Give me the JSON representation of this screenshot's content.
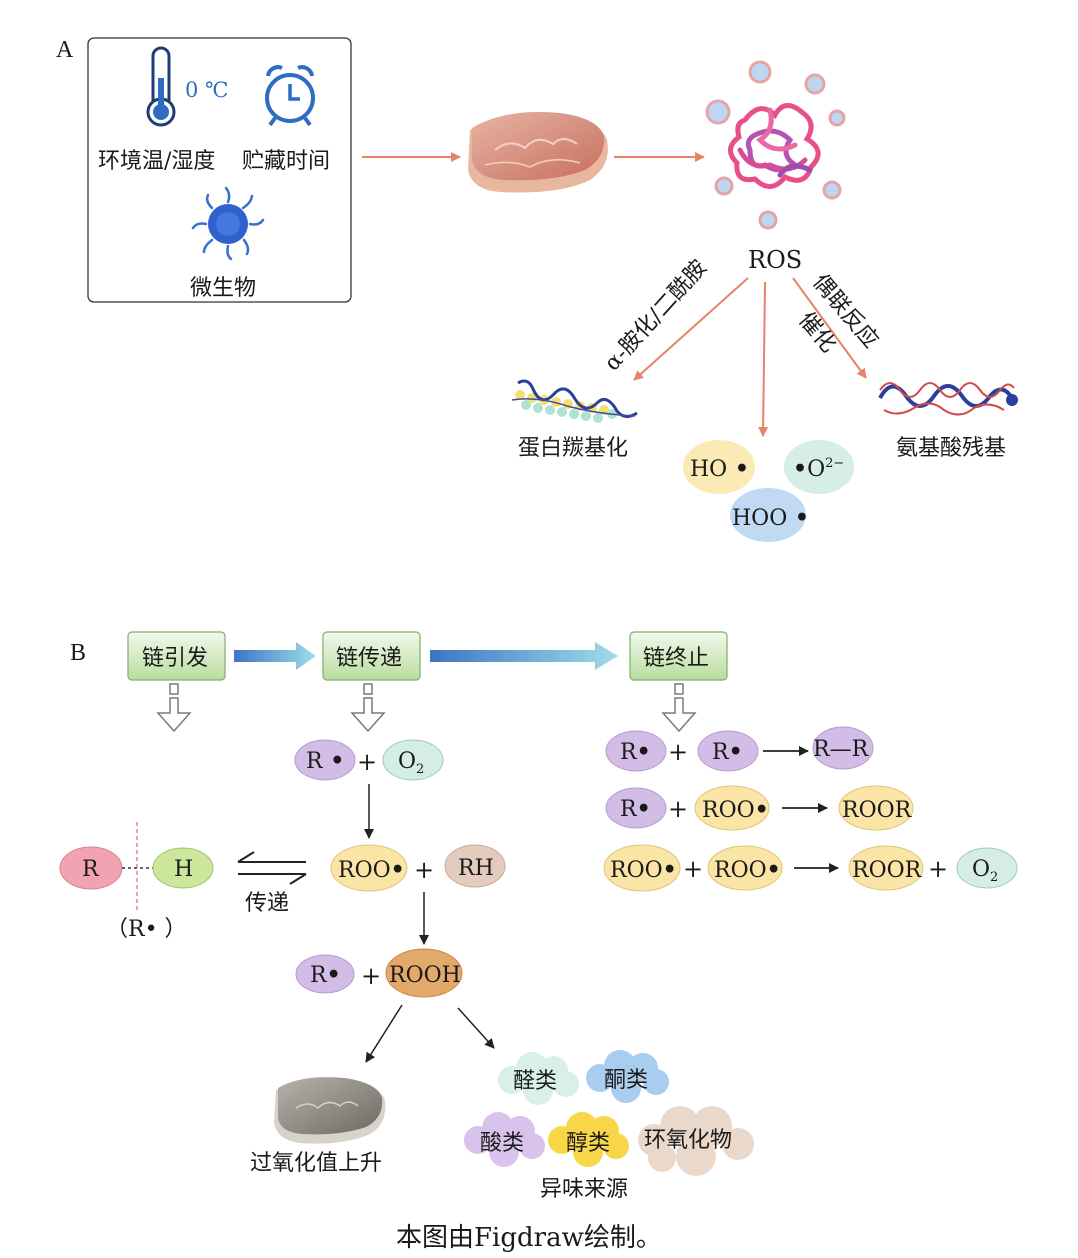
{
  "colors": {
    "arrow_red": "#e8826a",
    "purple": "#d3bde6",
    "yellow": "#fbe5a6",
    "teal": "#d4eee3",
    "pink": "#f2a3b2",
    "green": "#cce79b",
    "brown": "#e3ccbe",
    "orange": "#e3a96a",
    "blue_cloud": "#a9cdee",
    "chain_box": "#d4ebc3"
  },
  "panel_a": {
    "label": "A",
    "temperature": "0 ℃",
    "env_label": "环境温/湿度",
    "time_label": "贮藏时间",
    "microbe_label": "微生物",
    "ros": "ROS",
    "path_left": "α-胺化/二酰胺",
    "path_right_1": "偶联反应",
    "path_right_2": "催化",
    "protein_carbonyl": "蛋白羰基化",
    "amino_residue": "氨基酸残基",
    "radicals": {
      "ho": "HO",
      "o2": "O",
      "o2_sup": "2−",
      "hoo": "HOO"
    },
    "icons": [
      "thermometer-icon",
      "alarm-clock-icon",
      "microbe-icon",
      "meat-icon",
      "ros-cluster-icon",
      "protein-helix-icon",
      "amino-chain-icon"
    ]
  },
  "panel_b": {
    "label": "B",
    "stages": [
      "链引发",
      "链传递",
      "链终止"
    ],
    "r_radical": "R",
    "o2": "O",
    "o2_sub": "2",
    "roo": "ROO",
    "rh": "RH",
    "r": "R",
    "h": "H",
    "r_radical_note": "（R• ）",
    "transfer": "传递",
    "rooh": "ROOH",
    "plus": "+",
    "termination": {
      "rr": "R—R",
      "roor": "ROOR"
    },
    "peroxide_label": "过氧化值上升",
    "off_flavor_label": "异味来源",
    "clouds": [
      "醛类",
      "酮类",
      "酸类",
      "醇类",
      "环氧化物"
    ]
  },
  "caption": "本图由Figdraw绘制。"
}
